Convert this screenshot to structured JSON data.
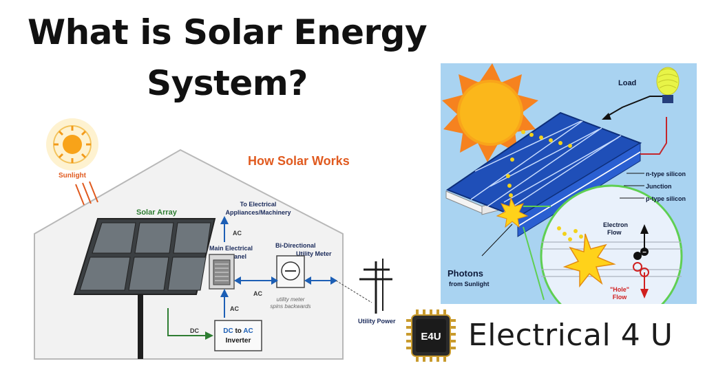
{
  "title_line1": "What is Solar Energy",
  "title_line2": "System?",
  "left_diagram": {
    "heading": "How Solar Works",
    "sunlight": "Sunlight",
    "solar_array": "Solar Array",
    "to_electrical_1": "To Electrical",
    "to_electrical_2": "Appliances/Machinery",
    "main_panel_1": "Main Electrical",
    "main_panel_2": "Panel",
    "bidirectional_1": "Bi-Directional",
    "bidirectional_2": "Utility Meter",
    "ac_top": "AC",
    "ac_mid": "AC",
    "ac_bottom": "AC",
    "dc": "DC",
    "inverter_1a": "DC",
    "inverter_1b": " to ",
    "inverter_1c": "AC",
    "inverter_2": "Inverter",
    "meter_note_1": "utility meter",
    "meter_note_2": "spins backwards",
    "utility_power": "Utility Power"
  },
  "right_diagram": {
    "load": "Load",
    "n_type": "n-type silicon",
    "junction": "Junction",
    "p_type": "p-type silicon",
    "electron_flow_1": "Electron",
    "electron_flow_2": "Flow",
    "hole_flow_1": "\"Hole\"",
    "hole_flow_2": "Flow",
    "photons_1": "Photons",
    "photons_2": "from Sunlight"
  },
  "logo": {
    "badge": "E4U",
    "name": "Electrical 4 U"
  },
  "colors": {
    "orange_label": "#e05a1f",
    "green_label": "#2e7d32",
    "blue_arrow": "#1d5fb5",
    "panel_blue": "#1f4fb8",
    "sky": "#a9d3f1"
  }
}
